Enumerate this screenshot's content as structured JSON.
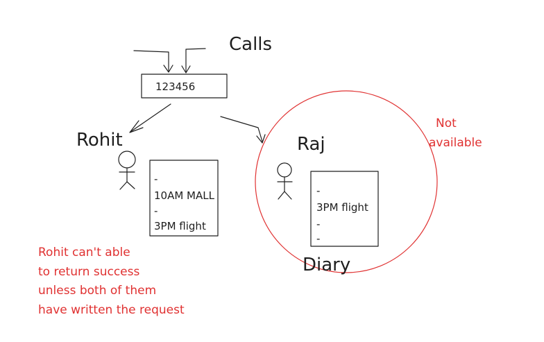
{
  "title": "Calls",
  "phone_box": {
    "number": "123456"
  },
  "rohit": {
    "name": "Rohit",
    "entries": [
      "-",
      "10AM MALL",
      "-",
      "3PM flight"
    ]
  },
  "raj": {
    "name": "Raj",
    "entries": [
      "-",
      "3PM flight",
      "-",
      "-"
    ],
    "diary_label": "Diary",
    "status": [
      "Not",
      "available"
    ]
  },
  "note": {
    "lines": [
      "Rohit can't able",
      "to return success",
      "unless both of them",
      "have written the request"
    ]
  },
  "colors": {
    "ink": "#1e1e1e",
    "red": "#e03131"
  }
}
